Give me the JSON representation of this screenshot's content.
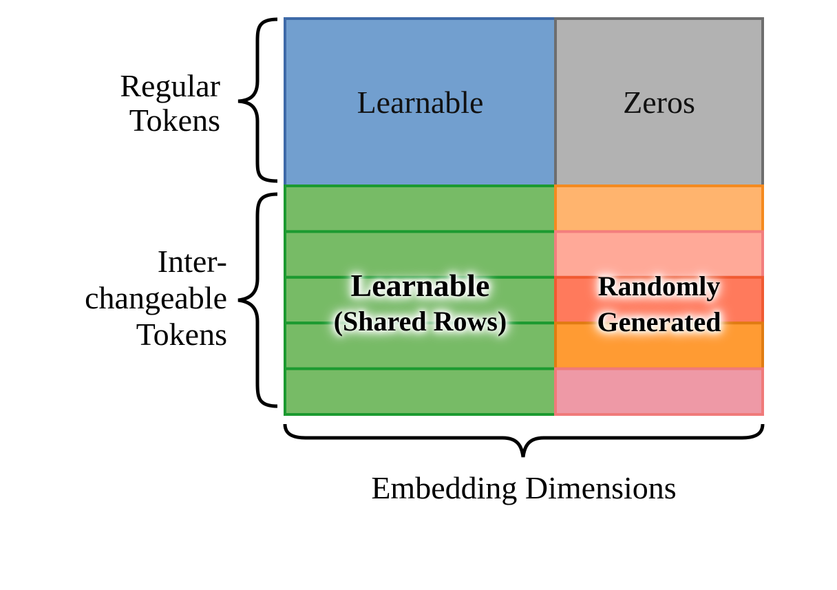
{
  "labels": {
    "regular_tokens": "Regular\nTokens",
    "interchangeable_tokens": "Inter-\nchangeable\nTokens",
    "embedding_dimensions": "Embedding Dimensions"
  },
  "cells": {
    "regular_learnable": "Learnable",
    "regular_zeros": "Zeros",
    "shared_learnable_title": "Learnable",
    "shared_learnable_sub": "(Shared Rows)",
    "random_line1": "Randomly",
    "random_line2": "Generated"
  },
  "colors": {
    "learnable_blue": "#729fcf",
    "learnable_blue_border": "#3e6aa8",
    "zeros_gray": "#b2b2b2",
    "zeros_gray_border": "#6e6e6e",
    "shared_green": "#77bb66",
    "shared_green_border": "#1c9a30",
    "random_rows": [
      "#ffb46e",
      "#ffa998",
      "#ff7a5c",
      "#ff9b33",
      "#ee99a6"
    ],
    "random_borders": [
      "#f58a1f",
      "#f37e7e",
      "#f05a32",
      "#e07c12",
      "#f07a7a"
    ]
  }
}
